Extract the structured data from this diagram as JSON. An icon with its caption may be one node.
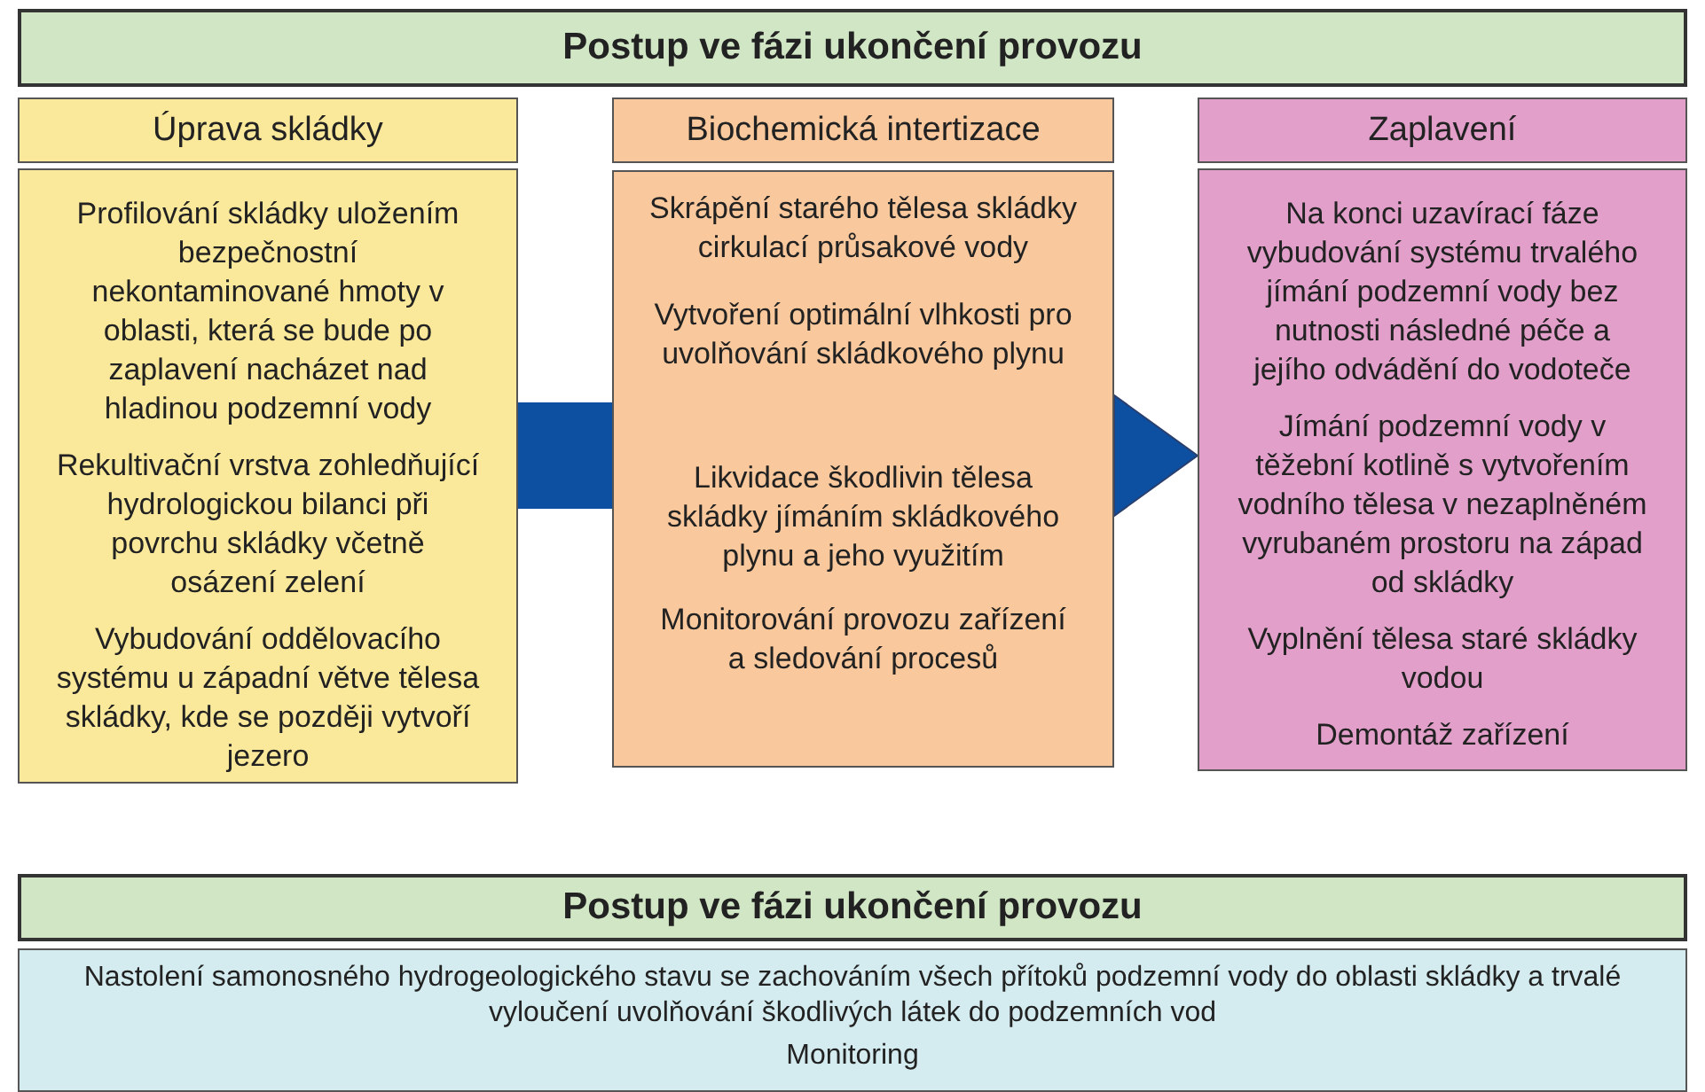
{
  "diagram": {
    "nodes": [
      {
        "text": [
          "Postup ve fázi ukončení provozu"
        ]
      },
      {
        "text": [
          "Úprava skládky"
        ]
      },
      {
        "text": [
          "Profilování skládky uložením bezpečnostní nekontaminované hmoty v oblasti, která se bude po zaplavení nacházet nad hladinou podzemní vody",
          "Rekultivační vrstva zohledňující hydrologickou bilanci při povrchu skládky včetně osázení zelení",
          "Vybudování oddělovacího systému u západní větve tělesa skládky, kde se později vytvoří jezero"
        ]
      },
      {
        "text": [
          "Biochemická intertizace"
        ]
      },
      {
        "text": [
          "Skrápění starého tělesa skládky cirkulací průsakové vody",
          "Vytvoření optimální vlhkosti pro uvolňování skládkového plynu",
          "Likvidace škodlivin tělesa skládky jímáním skládkového plynu a jeho využitím",
          "Monitorování provozu zařízení a sledování procesů"
        ]
      },
      {
        "text": [
          "Zaplavení"
        ]
      },
      {
        "text": [
          "Na konci uzavírací fáze vybudování systému trvalého jímání podzemní vody bez nutnosti následné péče a jejího odvádění do vodoteče",
          "Jímání podzemní vody v těžební kotlině s vytvořením vodního tělesa v nezaplněném vyrubaném prostoru na západ od skládky",
          "Vyplnění tělesa staré skládky vodou",
          "Demontáž zařízení"
        ]
      },
      {
        "text": [
          "Postup ve fázi ukončení provozu"
        ]
      },
      {
        "text": [
          "Nastolení samonosného hydrogeologického stavu se zachováním všech přítoků podzemní vody do oblasti skládky a trvalé vyloučení uvolňování škodlivých látek do podzemních vod",
          "Monitoring"
        ]
      }
    ],
    "edges": [
      {
        "from": 2,
        "to": 4,
        "arrow": "none",
        "color": "#0d4fa0"
      },
      {
        "from": 4,
        "to": 6,
        "arrow": "to",
        "color": "#0d4fa0"
      }
    ]
  }
}
